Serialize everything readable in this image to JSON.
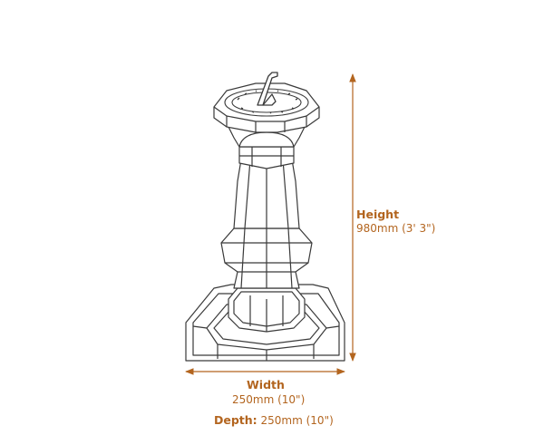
{
  "colors": {
    "accent": "#b3651f",
    "outline": "#3a3a3a"
  },
  "product": {
    "image": "sundial-pedestal-line-drawing"
  },
  "dimensions": {
    "height": {
      "label": "Height",
      "value": "980mm (3' 3\")"
    },
    "width": {
      "label": "Width",
      "value": "250mm (10\")"
    },
    "depth": {
      "label": "Depth:",
      "value": "250mm (10\")"
    }
  }
}
